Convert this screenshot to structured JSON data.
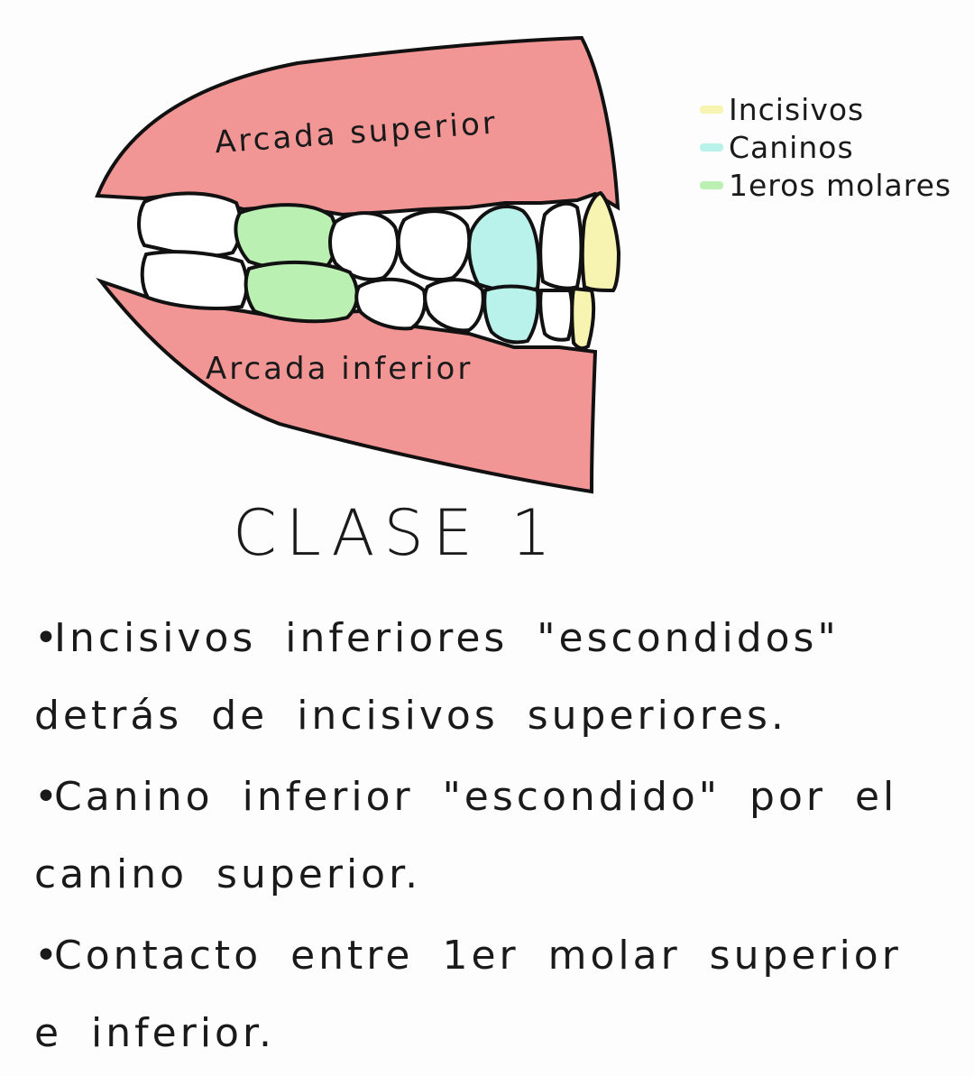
{
  "diagram": {
    "upper_label": "Arcada superior",
    "lower_label": "Arcada inferior",
    "colors": {
      "gum": "#f29595",
      "tooth": "#ffffff",
      "incisivos": "#f7f3b0",
      "caninos": "#b9f2ea",
      "molares": "#baf0b1",
      "outline": "#111111"
    }
  },
  "legend": [
    {
      "label": "Incisivos",
      "color": "#f7f3b0"
    },
    {
      "label": "Caninos",
      "color": "#b9f2ea"
    },
    {
      "label": "1eros molares",
      "color": "#baf0b1"
    }
  ],
  "title": "CLASE 1",
  "notes": [
    {
      "bullet": "•",
      "text": "Incisivos inferiores \"escondidos\" detrás de incisivos superiores."
    },
    {
      "bullet": "•",
      "text": "Canino inferior \"escondido\" por el canino superior."
    },
    {
      "bullet": "•",
      "text": "Contacto entre 1er molar superior e inferior."
    }
  ]
}
